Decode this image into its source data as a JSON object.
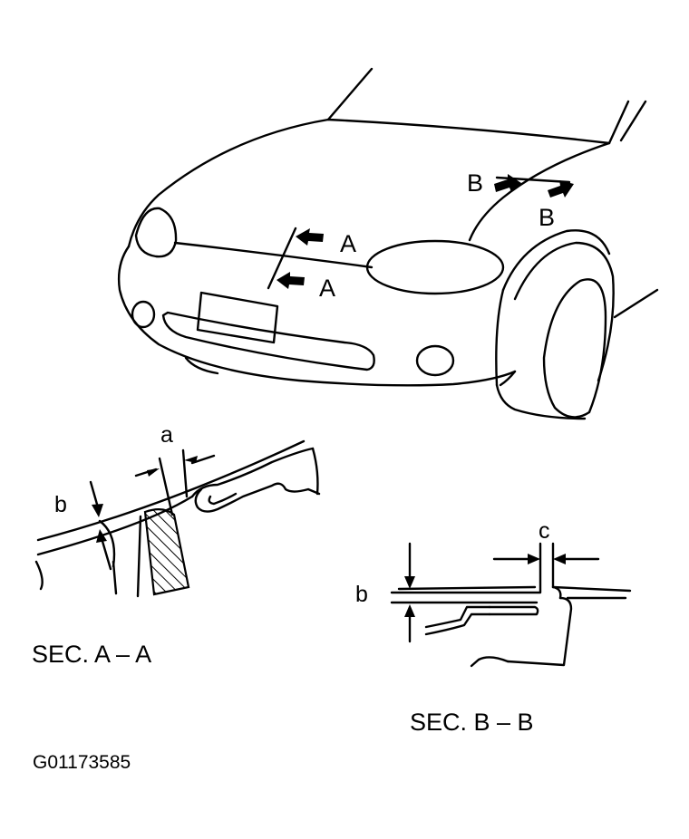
{
  "car_view": {
    "marker_a_upper": "A",
    "marker_a_lower": "A",
    "marker_b_left": "B",
    "marker_b_right": "B"
  },
  "section_a": {
    "dim_a": "a",
    "dim_b": "b",
    "title": "SEC. A – A"
  },
  "section_b": {
    "dim_b": "b",
    "dim_c": "c",
    "title": "SEC. B – B"
  },
  "figure_code": "G01173585"
}
